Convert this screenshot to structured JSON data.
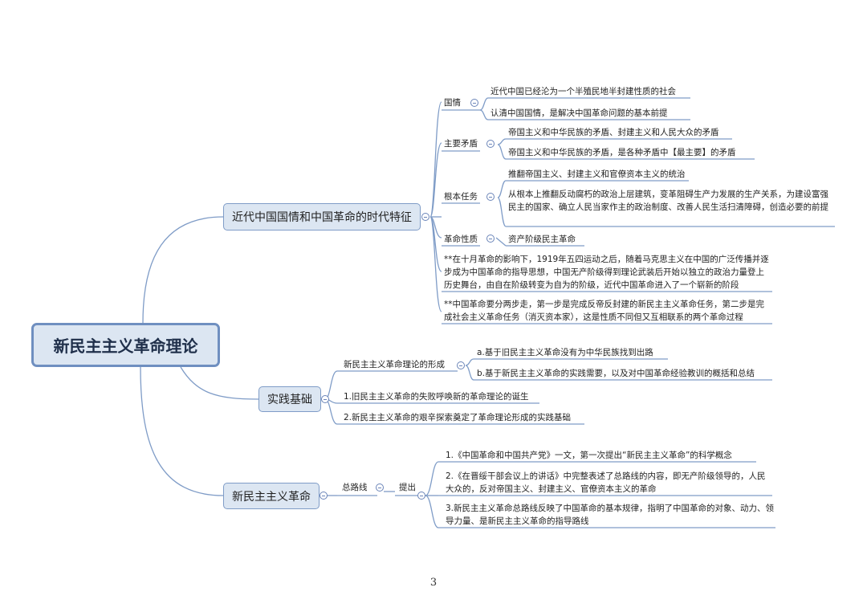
{
  "root": {
    "label": "新民主主义革命理论"
  },
  "branch1": {
    "label": "近代中国国情和中国革命的时代特征",
    "guoqing": {
      "label": "国情",
      "items": [
        "近代中国已经沦为一个半殖民地半封建性质的社会",
        "认清中国国情，是解决中国革命问题的基本前提"
      ]
    },
    "maodun": {
      "label": "主要矛盾",
      "items": [
        "帝国主义和中华民族的矛盾、封建主义和人民大众的矛盾",
        "帝国主义和中华民族的矛盾，是各种矛盾中【最主要】的矛盾"
      ]
    },
    "renwu": {
      "label": "根本任务",
      "items": [
        "推翻帝国主义、封建主义和官僚资本主义的统治",
        "从根本上推翻反动腐朽的政治上层建筑，变革阻碍生产力发展的生产关系，为建设富强民主的国家、确立人民当家作主的政治制度、改善人民生活扫清障碍，创造必要的前提"
      ]
    },
    "xingzhi": {
      "label": "革命性质",
      "item": "资产阶级民主革命"
    },
    "note1": "**在十月革命的影响下，1919年五四运动之后，随着马克思主义在中国的广泛传播并逐步成为中国革命的指导思想，中国无产阶级得到理论武装后开始以独立的政治力量登上历史舞台，由自在阶级转变为自为的阶级，近代中国革命进入了一个崭新的阶段",
    "note2": "**中国革命要分两步走，第一步是完成反帝反封建的新民主主义革命任务，第二步是完成社会主义革命任务（消灭资本家），这是性质不同但又互相联系的两个革命过程"
  },
  "branch2": {
    "label": "实践基础",
    "xingcheng": {
      "label": "新民主主义革命理论的形成",
      "items": [
        "a.基于旧民主主义革命没有为中华民族找到出路",
        "b.基于新民主主义革命的实践需要，以及对中国革命经验教训的概括和总结"
      ]
    },
    "items": [
      "1.旧民主主义革命的失败呼唤新的革命理论的诞生",
      "2.新民主主义革命的艰辛探索奠定了革命理论形成的实践基础"
    ]
  },
  "branch3": {
    "label": "新民主主义革命",
    "luxian": {
      "label": "总路线",
      "tichu": {
        "label": "提出",
        "items": [
          "1.《中国革命和中国共产党》一文，第一次提出“新民主主义革命”的科学概念",
          "2.《在晋绥干部会议上的讲话》中完整表述了总路线的内容，即无产阶级领导的，人民大众的，反对帝国主义、封建主义、官僚资本主义的革命",
          "3.新民主主义革命总路线反映了中国革命的基本规律，指明了中国革命的对象、动力、领导力量、是新民主主义革命的指导路线"
        ]
      }
    }
  },
  "page_number": "3",
  "colors": {
    "line": "#7f9cc7",
    "box_fill": "#dce6f2",
    "root_border": "#6f8fc0"
  }
}
